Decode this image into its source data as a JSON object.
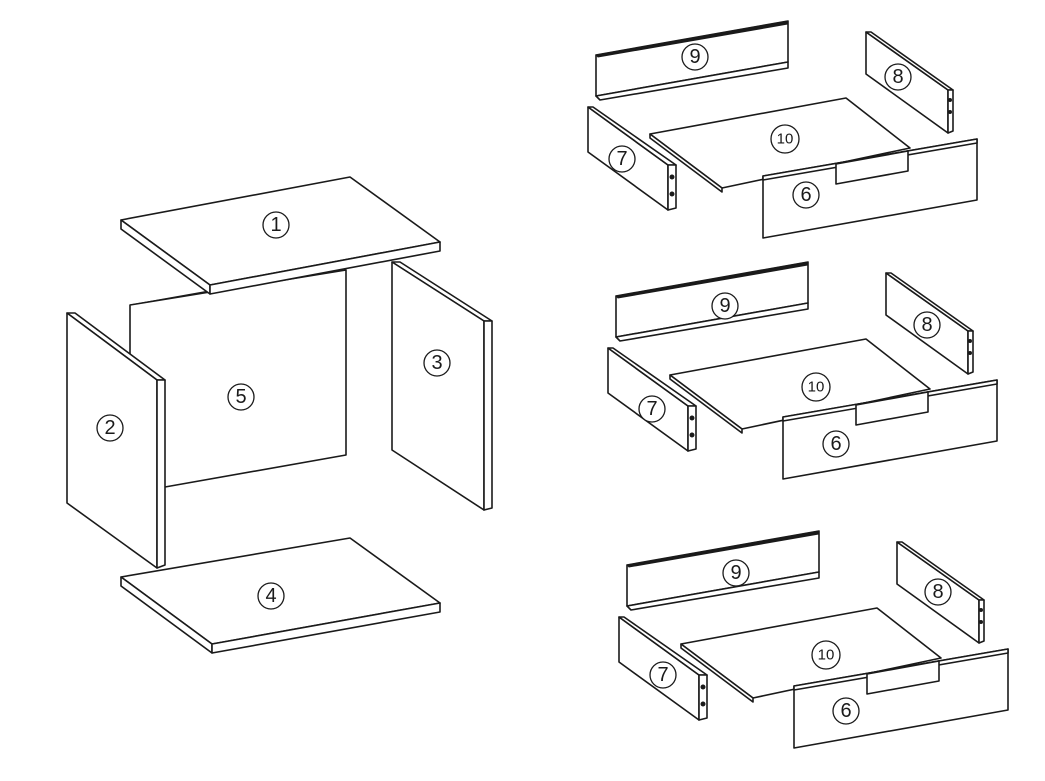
{
  "diagram": {
    "colors": {
      "line": "#1a1a1a",
      "fill": "#ffffff"
    },
    "cabinet": {
      "parts": {
        "top": "1",
        "left_side": "2",
        "right_side": "3",
        "bottom": "4",
        "back": "5"
      }
    },
    "drawers": [
      {
        "front": "6",
        "left_side": "7",
        "right_side": "8",
        "back": "9",
        "base": "10"
      },
      {
        "front": "6",
        "left_side": "7",
        "right_side": "8",
        "back": "9",
        "base": "10"
      },
      {
        "front": "6",
        "left_side": "7",
        "right_side": "8",
        "back": "9",
        "base": "10"
      }
    ]
  }
}
